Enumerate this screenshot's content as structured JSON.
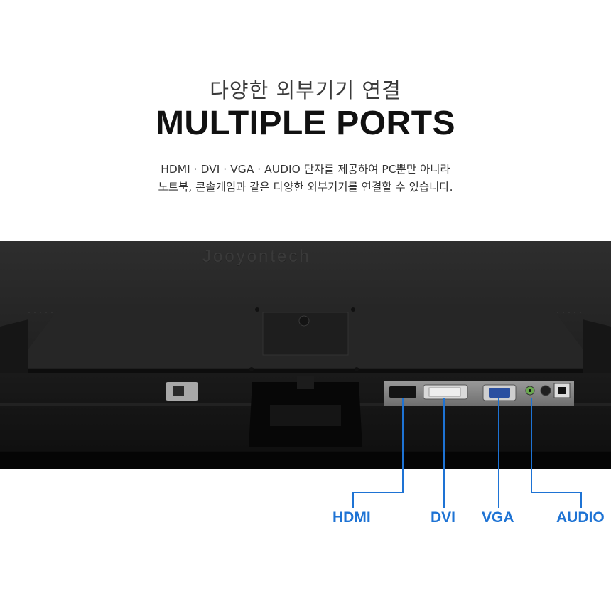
{
  "header": {
    "subtitle": "다양한 외부기기 연결",
    "title": "MULTIPLE PORTS",
    "description_line1": "HDMI · DVI · VGA · AUDIO 단자를 제공하여 PC뿐만 아니라",
    "description_line2": "노트북, 콘솔게임과 같은 다양한 외부기기를 연결할 수 있습니다."
  },
  "photo": {
    "brand_text": "Jooyontech"
  },
  "ports": {
    "hdmi": "HDMI",
    "dvi": "DVI",
    "vga": "VGA",
    "audio": "AUDIO"
  },
  "colors": {
    "accent": "#1e73d4",
    "monitor_body": "#2a2a2a"
  }
}
